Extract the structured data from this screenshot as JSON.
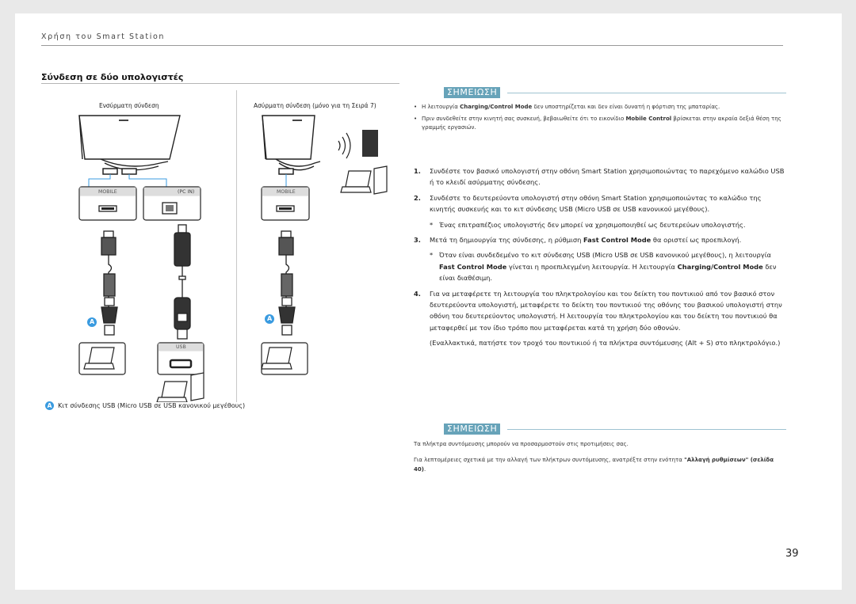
{
  "header": {
    "title": "Χρήση του Smart Station"
  },
  "section": {
    "title": "Σύνδεση σε δύο υπολογιστές"
  },
  "diagram": {
    "wired_label": "Ενσύρματη σύνδεση",
    "wireless_label": "Ασύρματη σύνδεση (μόνο για τη Σειρά 7)",
    "port_mobile": "MOBILE",
    "port_pc_in": "(PC IN)",
    "port_usb": "USB",
    "callout_letter": "A",
    "footnote": "Κιτ σύνδεσης USB (Micro USB σε USB κανονικού μεγέθους)"
  },
  "note1": {
    "tag": "ΣΗΜΕΙΩΣΗ",
    "items": [
      {
        "pre": "Η λειτουργία ",
        "bold": "Charging/Control Mode",
        "post": " δεν υποστηρίζεται και δεν είναι δυνατή η φόρτιση της μπαταρίας."
      },
      {
        "pre": "Πριν συνδεθείτε στην κινητή σας συσκευή, βεβαιωθείτε ότι το εικονίδιο ",
        "bold": "Mobile Control",
        "post": " βρίσκεται στην ακραία δεξιά θέση της γραμμής εργασιών."
      }
    ]
  },
  "steps": {
    "s1": {
      "num": "1.",
      "text": "Συνδέστε τον βασικό υπολογιστή στην οθόνη Smart Station χρησιμοποιώντας το παρεχόμενο καλώδιο USB ή το κλειδί ασύρματης σύνδεσης."
    },
    "s2": {
      "num": "2.",
      "text": "Συνδέστε το δευτερεύοντα υπολογιστή στην οθόνη Smart Station χρησιμοποιώντας το καλώδιο της κινητής συσκευής και το κιτ σύνδεσης USB (Micro USB σε USB κανονικού μεγέθους)."
    },
    "s2_note": {
      "star": "*",
      "text": "Ένας επιτραπέζιος υπολογιστής δεν μπορεί να χρησιμοποιηθεί ως δευτερεύων υπολογιστής."
    },
    "s3": {
      "num": "3.",
      "pre": "Μετά τη δημιουργία της σύνδεσης, η ρύθμιση ",
      "bold": "Fast Control Mode",
      "post": " θα οριστεί ως προεπιλογή."
    },
    "s3_note": {
      "star": "*",
      "pre": "Όταν είναι συνδεδεμένο το κιτ σύνδεσης USB (Micro USB σε USB κανονικού μεγέθους), η λειτουργία ",
      "bold1": "Fast Control Mode",
      "mid": " γίνεται η προεπιλεγμένη λειτουργία. Η λειτουργία ",
      "bold2": "Charging/Control Mode",
      "post": " δεν είναι διαθέσιμη."
    },
    "s4": {
      "num": "4.",
      "text": "Για να μεταφέρετε τη λειτουργία του πληκτρολογίου και του δείκτη του ποντικιού από τον βασικό στον δευτερεύοντα υπολογιστή, μεταφέρετε το δείκτη του ποντικιού της οθόνης του βασικού υπολογιστή στην οθόνη του δευτερεύοντος υπολογιστή. Η λειτουργία του πληκτρολογίου και του δείκτη του ποντικιού θα μεταφερθεί με τον ίδιο τρόπο που μεταφέρεται κατά τη χρήση δύο οθονών."
    },
    "s4_alt": "(Εναλλακτικά, πατήστε τον τροχό του ποντικιού ή τα πλήκτρα συντόμευσης (Alt + S) στο πληκτρολόγιο.)"
  },
  "note2": {
    "tag": "ΣΗΜΕΙΩΣΗ",
    "line1": "Τα πλήκτρα συντόμευσης μπορούν να προσαρμοστούν στις προτιμήσεις σας.",
    "line2_pre": "Για λεπτομέρειες σχετικά με την αλλαγή των πλήκτρων συντόμευσης, ανατρέξτε στην ενότητα ",
    "line2_bold": "\"Αλλαγή ρυθμίσεων\" (σελίδα 40)",
    "line2_post": "."
  },
  "page_number": "39"
}
